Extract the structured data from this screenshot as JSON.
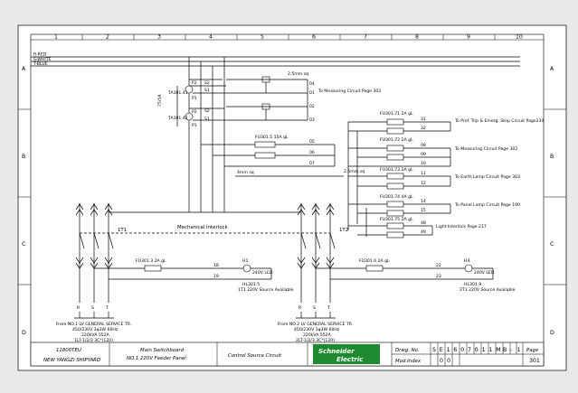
{
  "grid": {
    "columns": [
      "1",
      "2",
      "3",
      "4",
      "5",
      "6",
      "7",
      "8",
      "9",
      "10"
    ],
    "rows": [
      "A",
      "B",
      "C",
      "D"
    ]
  },
  "bus_labels": [
    "R-RED",
    "S-WHITE",
    "T-BLUE"
  ],
  "ct": {
    "group_label": "75/5A",
    "ct1_label": "TA301.41",
    "ct2_label": "TA301.42",
    "p1": "P1",
    "p2": "P2",
    "s1": "S1",
    "s2": "S2",
    "p1b": "P1",
    "p2b": "P2",
    "s1b": "S1",
    "s2b": "S2"
  },
  "wire_size": {
    "top": "2.5mm sq",
    "left": "4mm sq",
    "right": "2.5mm sq"
  },
  "measure_top": {
    "wires": [
      "04",
      "01",
      "02",
      "03"
    ],
    "text": "To Measuring Circuit Page 302"
  },
  "main_fuse": {
    "label": "FU301.5  15A gL",
    "wires": [
      "05",
      "06",
      "07"
    ]
  },
  "right_fuses": [
    {
      "label": "FU301.71  2A gL",
      "wires": [
        "31",
        "32"
      ]
    },
    {
      "label": "FU301.72  2A gL",
      "wires": [
        "08",
        "09",
        "10"
      ]
    },
    {
      "label": "FU301.73  2A gL",
      "wires": [
        "11",
        "12"
      ]
    },
    {
      "label": "FU301.74  4A gL",
      "wires": [
        "14",
        "15"
      ]
    },
    {
      "label": "FU301.75  2A gL",
      "wires": [
        "48",
        "49"
      ]
    }
  ],
  "right_dest": [
    "To Pref. Trip & Emerg. Stop Circuit Page234",
    "To Measuring Circuit Page 302",
    "To Earth Lamp Circuit Page 303",
    "To Panel Lamp Circuit Page 190",
    "Light Interlock Page 217"
  ],
  "interlock": {
    "label": "Mechanical Interlock",
    "left": "1T1",
    "right": "1T2"
  },
  "lamp_left": {
    "fuse": "FU301.3  2A gL",
    "wires": [
      "18",
      "19"
    ],
    "lamp": "H1",
    "rating": "240V LED",
    "tag": "HL301.5",
    "text": "1T1 220V Source Available"
  },
  "lamp_right": {
    "fuse": "FU301.6  2A gL",
    "wires": [
      "22",
      "23"
    ],
    "lamp": "H4",
    "rating": "240V LED",
    "tag": "HL301.9",
    "text": "2T1 220V Source Available"
  },
  "phases": [
    "R",
    "S",
    "T",
    "R",
    "S",
    "T"
  ],
  "source_left": {
    "line1": "From NO.1 LV GENERAL SERVICE TR.",
    "line2": "450/230V 3φ3W 60Hz",
    "line3": "220kVA 552A",
    "line4": "1LT-1/2/3 3C*(120)"
  },
  "source_right": {
    "line1": "From NO.2 LV GENERAL SERVICE TR.",
    "line2": "450/230V 3φ3W 60Hz",
    "line3": "220kVA 552A",
    "line4": "2LT-1/2/3 3C*(120)"
  },
  "title_block": {
    "project": "11800TEU",
    "yard": "NEW YANGZI SHIPYARD",
    "board_line1": "Main Switchboard",
    "board_line2": "NO.1 220V Feeder Panel",
    "drawing_title": "Control Source Circuit",
    "brand_line1": "Schneider",
    "brand_line2": "Electric",
    "drwg_label": "Drwg. No.",
    "drwg_chars": [
      "S",
      "E",
      "1",
      "6",
      "0",
      "7",
      "0",
      "1",
      "1",
      "M",
      "B",
      "-",
      "1"
    ],
    "mod_label": "Mod.Index",
    "mod_chars": [
      "0",
      "0"
    ],
    "page_label": "Page",
    "page_num": "301"
  }
}
